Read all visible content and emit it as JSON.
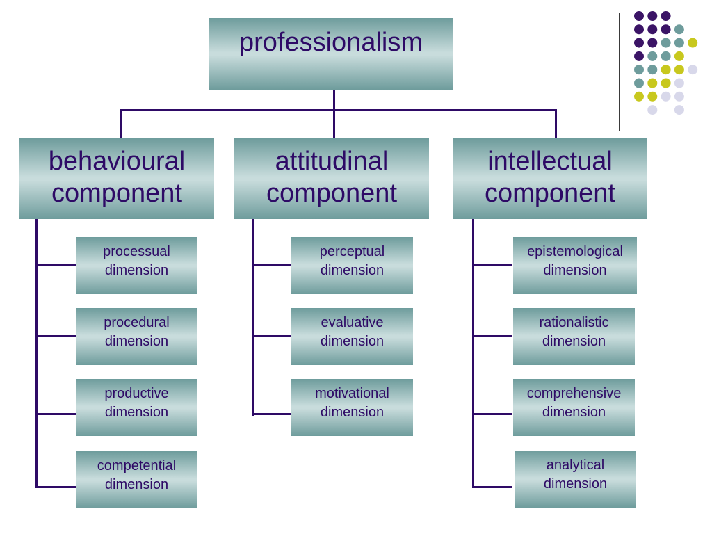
{
  "root": {
    "label": "professionalism"
  },
  "components": [
    {
      "label_line1": "behavioural",
      "label_line2": "component",
      "dimensions": [
        {
          "line1": "processual",
          "line2": "dimension"
        },
        {
          "line1": "procedural",
          "line2": "dimension"
        },
        {
          "line1": "productive",
          "line2": "dimension"
        },
        {
          "line1": "competential",
          "line2": "dimension"
        }
      ]
    },
    {
      "label_line1": "attitudinal",
      "label_line2": "component",
      "dimensions": [
        {
          "line1": "perceptual",
          "line2": "dimension"
        },
        {
          "line1": "evaluative",
          "line2": "dimension"
        },
        {
          "line1": "motivational",
          "line2": "dimension"
        }
      ]
    },
    {
      "label_line1": "intellectual",
      "label_line2": "component",
      "dimensions": [
        {
          "line1": "epistemological",
          "line2": "dimension"
        },
        {
          "line1": "rationalistic",
          "line2": "dimension"
        },
        {
          "line1": "comprehensive",
          "line2": "dimension"
        },
        {
          "line1": "analytical",
          "line2": "dimension"
        }
      ]
    }
  ],
  "colors": {
    "text": "#2e0a66",
    "connector": "#2e0a66",
    "box_edge": "#6e9c9c",
    "box_center": "#c8dcdc",
    "dot_purple": "#3b1466",
    "dot_teal": "#6e9c9c",
    "dot_yellow": "#c8c81e",
    "dot_lavender": "#d8d8ea"
  },
  "decoration": {
    "dot_grid": [
      [
        "purple",
        "purple",
        "purple",
        "none",
        "none"
      ],
      [
        "purple",
        "purple",
        "purple",
        "teal",
        "none"
      ],
      [
        "purple",
        "purple",
        "teal",
        "teal",
        "yellow"
      ],
      [
        "purple",
        "teal",
        "teal",
        "yellow",
        "none"
      ],
      [
        "teal",
        "teal",
        "yellow",
        "yellow",
        "lavender"
      ],
      [
        "teal",
        "yellow",
        "yellow",
        "lavender",
        "none"
      ],
      [
        "yellow",
        "yellow",
        "lavender",
        "lavender",
        "none"
      ],
      [
        "none",
        "lavender",
        "none",
        "lavender",
        "none"
      ]
    ]
  }
}
